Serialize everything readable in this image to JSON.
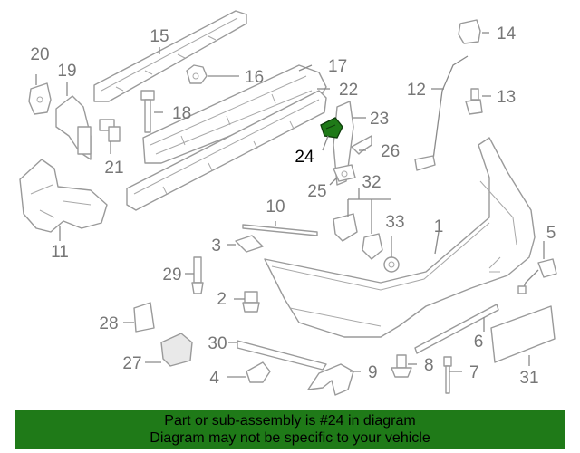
{
  "diagram": {
    "callouts": [
      {
        "id": "n1",
        "text": "1"
      },
      {
        "id": "n2",
        "text": "2"
      },
      {
        "id": "n3",
        "text": "3"
      },
      {
        "id": "n4",
        "text": "4"
      },
      {
        "id": "n5",
        "text": "5"
      },
      {
        "id": "n6",
        "text": "6"
      },
      {
        "id": "n7",
        "text": "7"
      },
      {
        "id": "n8",
        "text": "8"
      },
      {
        "id": "n9",
        "text": "9"
      },
      {
        "id": "n10",
        "text": "10"
      },
      {
        "id": "n11",
        "text": "11"
      },
      {
        "id": "n12",
        "text": "12"
      },
      {
        "id": "n13",
        "text": "13"
      },
      {
        "id": "n14",
        "text": "14"
      },
      {
        "id": "n15",
        "text": "15"
      },
      {
        "id": "n16",
        "text": "16"
      },
      {
        "id": "n17",
        "text": "17"
      },
      {
        "id": "n18",
        "text": "18"
      },
      {
        "id": "n19",
        "text": "19"
      },
      {
        "id": "n20",
        "text": "20"
      },
      {
        "id": "n21",
        "text": "21"
      },
      {
        "id": "n22",
        "text": "22"
      },
      {
        "id": "n23",
        "text": "23"
      },
      {
        "id": "n24",
        "text": "24"
      },
      {
        "id": "n25",
        "text": "25"
      },
      {
        "id": "n26",
        "text": "26"
      },
      {
        "id": "n27",
        "text": "27"
      },
      {
        "id": "n28",
        "text": "28"
      },
      {
        "id": "n29",
        "text": "29"
      },
      {
        "id": "n30",
        "text": "30"
      },
      {
        "id": "n31",
        "text": "31"
      },
      {
        "id": "n32",
        "text": "32"
      },
      {
        "id": "n33",
        "text": "33"
      }
    ],
    "highlighted_part": "24",
    "highlight_color": "#1f7a18",
    "line_color": "#9a9a9a"
  },
  "footer": {
    "line1": "Part or sub-assembly is #24 in diagram",
    "line2": "Diagram may not be specific to your vehicle",
    "background": "#1f7a18"
  }
}
